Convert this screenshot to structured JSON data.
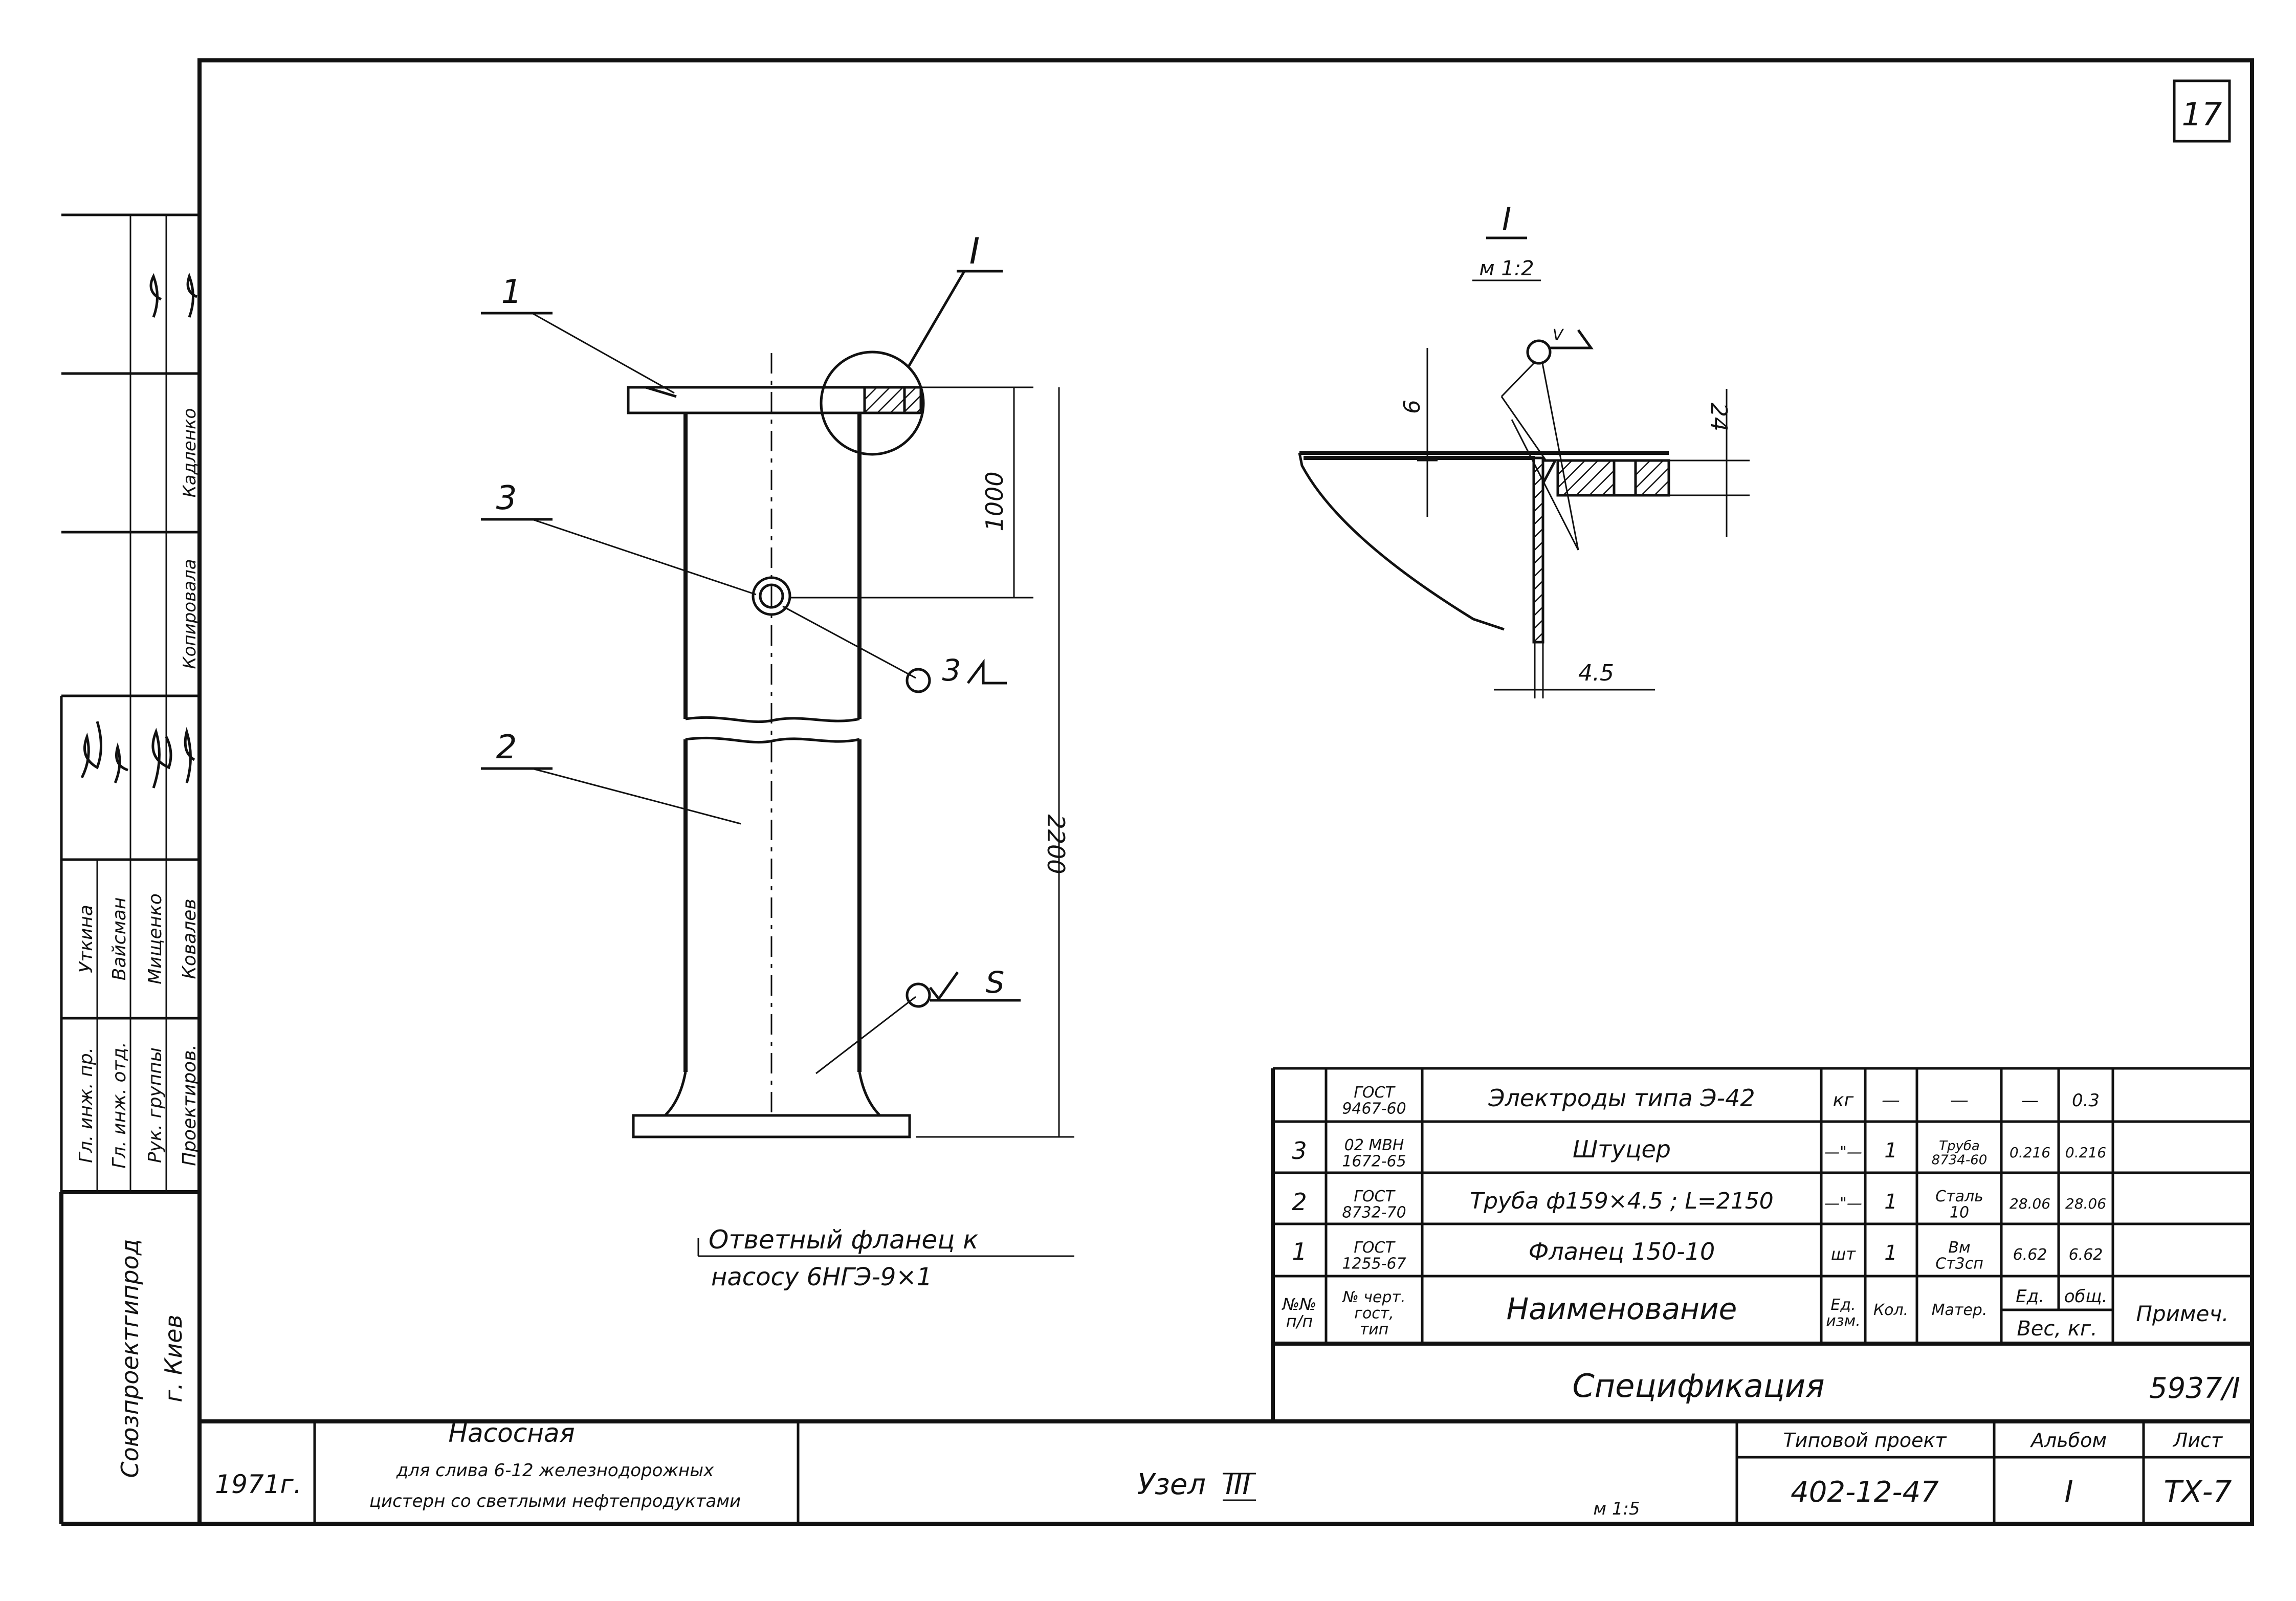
{
  "sheet": {
    "number": "17"
  },
  "drawing": {
    "leaders": [
      "1",
      "2",
      "3"
    ],
    "section_mark": "I",
    "dims": {
      "d1000": "1000",
      "d2200": "2200"
    },
    "weld_top": "3",
    "weld_bottom": "S",
    "mating_flange_line1": "Ответный фланец к",
    "mating_flange_line2": "насосу 6НГЭ-9×1"
  },
  "detail": {
    "title": "I",
    "scale": "м 1:2",
    "weld_symbol": "V",
    "dim_6": "6",
    "dim_24": "24",
    "dim_45": "4.5"
  },
  "specification": {
    "title": "Спецификация",
    "header": {
      "num": "№№\nп/п",
      "doc": "№ черт.\nгост,\nтип",
      "name": "Наименование",
      "unit": "Ед.\nизм.",
      "qty": "Кол.",
      "material": "Матер.",
      "weight_unit": "Ед.",
      "weight_total": "общ.",
      "weight_label": "Вес, кг.",
      "note": "Примеч."
    },
    "rows": [
      {
        "num": "",
        "doc": "ГОСТ\n9467-60",
        "name": "Электроды типа Э-42",
        "unit": "кг",
        "qty": "—",
        "material": "—",
        "w_unit": "—",
        "w_total": "0.3"
      },
      {
        "num": "3",
        "doc": "02 МВН\n1672-65",
        "name": "Штуцер",
        "unit": "—\"—",
        "qty": "1",
        "material": "Труба\n8734-60",
        "w_unit": "0.216",
        "w_total": "0.216"
      },
      {
        "num": "2",
        "doc": "ГОСТ\n8732-70",
        "name": "Труба ф159×4.5 ; L=2150",
        "unit": "—\"—",
        "qty": "1",
        "material": "Сталь\n10",
        "w_unit": "28.06",
        "w_total": "28.06"
      },
      {
        "num": "1",
        "doc": "ГОСТ\n1255-67",
        "name": "Фланец 150-10",
        "unit": "шт",
        "qty": "1",
        "material": "Вм\nСт3сп",
        "w_unit": "6.62",
        "w_total": "6.62"
      }
    ],
    "code": "5937/I"
  },
  "title_block": {
    "org_line1": "Союзпроектгипрод",
    "org_line2": "г. Киев",
    "year": "1971г.",
    "project_title": "Насосная",
    "project_sub1": "для слива 6-12 железнодорожных",
    "project_sub2": "цистерн со светлыми нефтепродуктами",
    "node_label": "Узел",
    "node_num": "III",
    "scale": "м 1:5",
    "typical_project_label": "Типовой проект",
    "typical_project_value": "402-12-47",
    "album_label": "Альбом",
    "album_value": "I",
    "sheet_label": "Лист",
    "sheet_value": "ТХ-7"
  },
  "side_stamp": {
    "roles": [
      "Гл. инж. пр.",
      "Гл. инж. отд.",
      "Рук. группы",
      "Проектиров."
    ],
    "names": [
      "Уткина",
      "Вайсман",
      "Мищенко",
      "Ковалев"
    ],
    "extra_roles": [
      "Копировала",
      "Кадленко"
    ]
  }
}
